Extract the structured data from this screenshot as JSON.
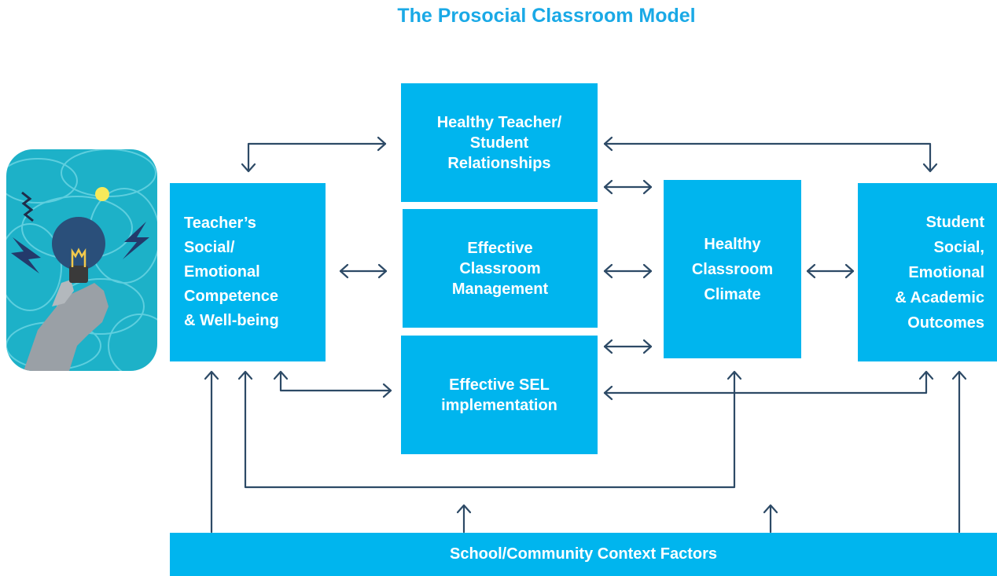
{
  "title": "The Prosocial Classroom Model",
  "boxes": {
    "teacher_competence": "Teacher’s\nSocial/\nEmotional\nCompetence\n& Well-being",
    "relationships": "Healthy Teacher/\nStudent\nRelationships",
    "management": "Effective\nClassroom\nManagement",
    "sel": "Effective SEL\nimplementation",
    "climate": "Healthy\nClassroom\nClimate",
    "outcomes": "Student\nSocial,\nEmotional\n& Academic\nOutcomes"
  },
  "footer": "School/Community Context Factors",
  "colors": {
    "box": "#00b5ee",
    "title": "#1aa9e6",
    "arrow": "#2d4a66"
  },
  "illustration": {
    "icon": "lightbulb-hand-icon"
  }
}
